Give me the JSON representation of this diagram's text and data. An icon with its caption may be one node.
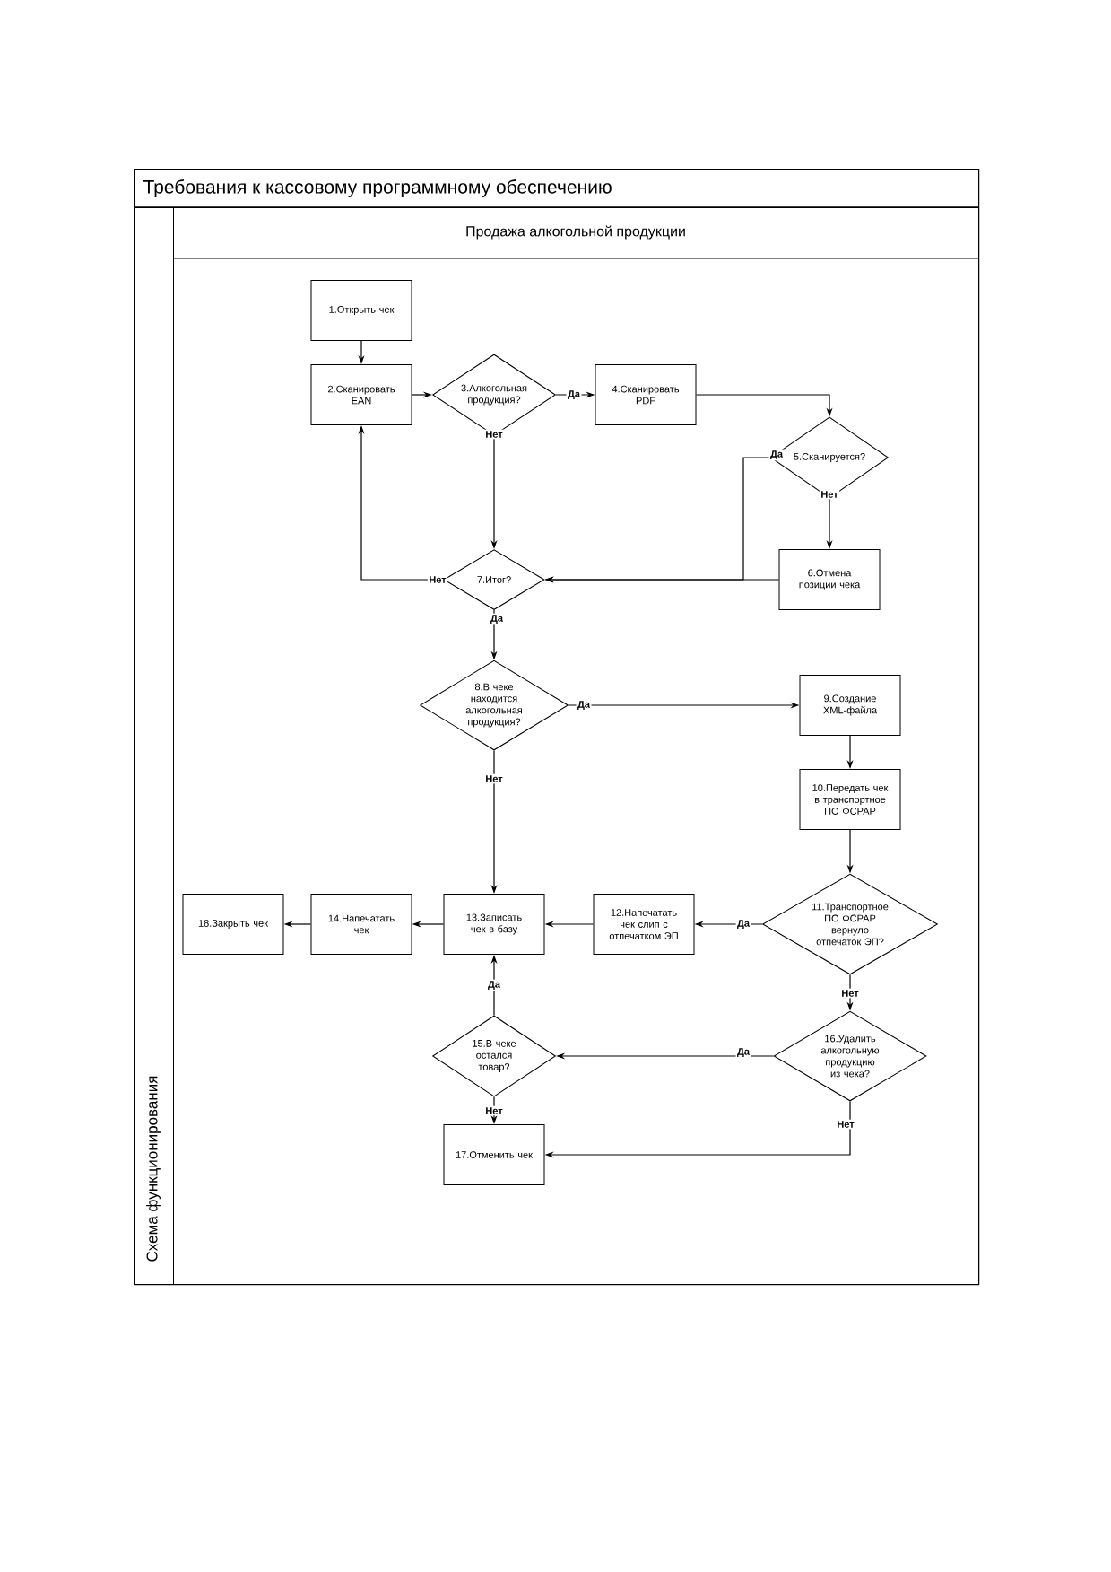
{
  "diagram": {
    "nodes": [
      {
        "text": [
          "Требования к кассовому программному обеспечению"
        ]
      },
      {
        "text": [
          "Схема функционирования"
        ],
        "in": 0
      },
      {
        "text": [
          "Продажа алкогольной продукции"
        ],
        "in": 1
      },
      {
        "text": [
          "1.Открыть чек"
        ],
        "in": 2
      },
      {
        "text": [
          "2.Сканировать EAN"
        ],
        "in": 2
      },
      {
        "text": [
          "3.Алкогольная продукция?"
        ],
        "in": 2
      },
      {
        "text": [
          "4.Сканировать PDF"
        ],
        "in": 2
      },
      {
        "text": [
          "5.Сканируется?"
        ],
        "in": 2
      },
      {
        "text": [
          "6.Отмена позиции чека"
        ],
        "in": 2
      },
      {
        "text": [
          "7.Итог?"
        ],
        "in": 2
      },
      {
        "text": [
          "8.В чеке находится алкогольная продукция?"
        ],
        "in": 2
      },
      {
        "text": [
          "9.Создание XML-файла"
        ],
        "in": 2
      },
      {
        "text": [
          "10.Передать чек в транспортное ПО ФСРАР"
        ],
        "in": 2
      },
      {
        "text": [
          "11.Транспортное ПО ФСРАР вернуло отпечаток ЭП?"
        ],
        "in": 2
      },
      {
        "text": [
          "12.Напечатать чек слип с отпечатком ЭП"
        ],
        "in": 2
      },
      {
        "text": [
          "13.Записать чек в базу"
        ],
        "in": 2
      },
      {
        "text": [
          "14.Напечатать чек"
        ],
        "in": 2
      },
      {
        "text": [
          "15.В чеке остался товар?"
        ],
        "in": 2
      },
      {
        "text": [
          "16.Удалить алкогольную продукцию из чека?"
        ],
        "in": 2
      },
      {
        "text": [
          "17.Отменить чек"
        ],
        "in": 2
      },
      {
        "text": [
          "18.Закрыть чек"
        ],
        "in": 2
      }
    ],
    "edges": [
      {
        "from": 3,
        "to": 4,
        "arrow": "to"
      },
      {
        "from": 4,
        "to": 5,
        "arrow": "to"
      },
      {
        "from": 5,
        "to": 6,
        "arrow": "to",
        "label": "Да"
      },
      {
        "from": 6,
        "to": 7,
        "arrow": "to"
      },
      {
        "from": 5,
        "to": 9,
        "arrow": "to",
        "label": "Нет"
      },
      {
        "from": 7,
        "to": 8,
        "arrow": "to",
        "label": "Нет"
      },
      {
        "from": 7,
        "to": 9,
        "arrow": "to",
        "label": "Да"
      },
      {
        "from": 8,
        "to": 9,
        "arrow": "to"
      },
      {
        "from": 9,
        "to": 4,
        "arrow": "to",
        "label": "Нет"
      },
      {
        "from": 9,
        "to": 10,
        "arrow": "to",
        "label": "Да"
      },
      {
        "from": 10,
        "to": 11,
        "arrow": "to",
        "label": "Да"
      },
      {
        "from": 10,
        "to": 15,
        "arrow": "to",
        "label": "Нет"
      },
      {
        "from": 11,
        "to": 12,
        "arrow": "to"
      },
      {
        "from": 12,
        "to": 13,
        "arrow": "to"
      },
      {
        "from": 13,
        "to": 14,
        "arrow": "to",
        "label": "Да"
      },
      {
        "from": 14,
        "to": 15,
        "arrow": "to"
      },
      {
        "from": 15,
        "to": 16,
        "arrow": "to"
      },
      {
        "from": 16,
        "to": 20,
        "arrow": "to"
      },
      {
        "from": 13,
        "to": 18,
        "arrow": "to",
        "label": "Нет"
      },
      {
        "from": 18,
        "to": 17,
        "arrow": "to",
        "label": "Да"
      },
      {
        "from": 17,
        "to": 15,
        "arrow": "to",
        "label": "Да"
      },
      {
        "from": 17,
        "to": 19,
        "arrow": "to",
        "label": "Нет"
      },
      {
        "from": 18,
        "to": 19,
        "arrow": "to",
        "label": "Нет"
      }
    ]
  }
}
